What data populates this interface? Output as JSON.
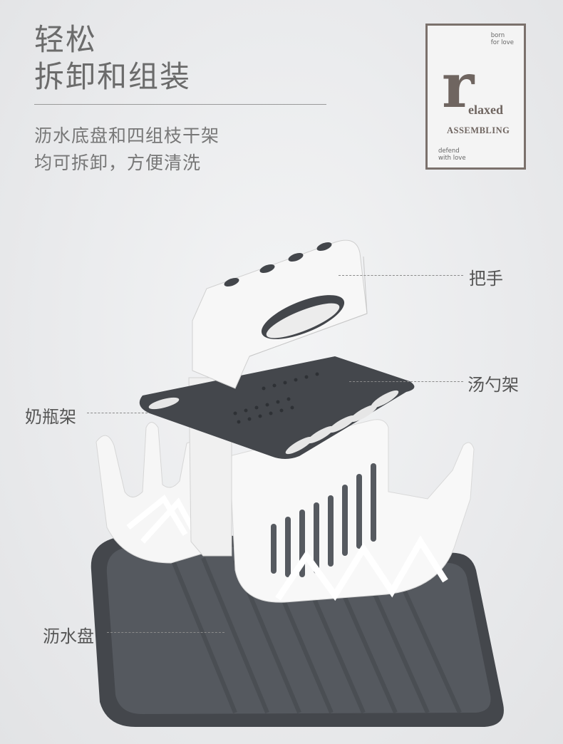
{
  "headline": {
    "line1": "轻松",
    "line2": "拆卸和组装"
  },
  "subtitle": {
    "line1": "沥水底盘和四组枝干架",
    "line2": "均可拆卸，方便清洗"
  },
  "badge": {
    "top_text": "born\nfor love",
    "big_letter": "r",
    "word": "elaxed",
    "assembling": "ASSEMBLING",
    "bottom_text": "defend\nwith love"
  },
  "callouts": {
    "handle": "把手",
    "spoon_rack": "汤勺架",
    "bottle_rack": "奶瓶架",
    "drain_tray": "沥水盘"
  },
  "colors": {
    "tray": "#4a4d52",
    "white_parts": "#f7f7f7",
    "badge_border": "#7b716c"
  }
}
